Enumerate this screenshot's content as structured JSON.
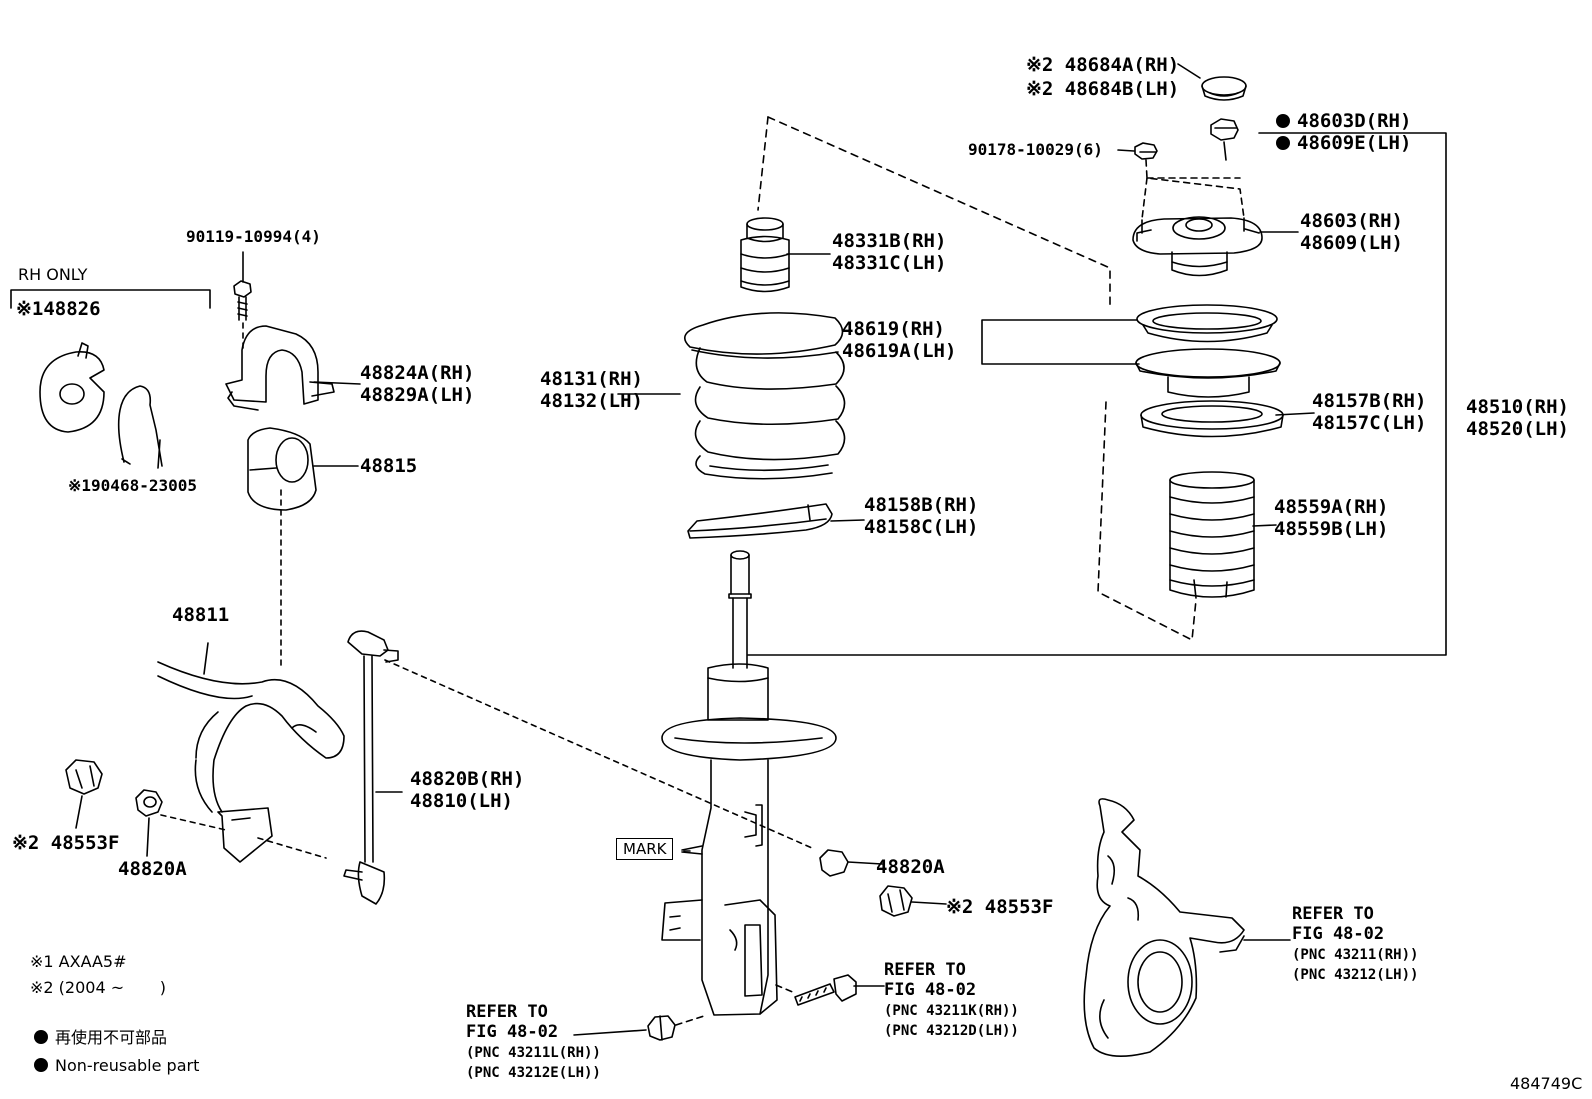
{
  "labels": {
    "p48684A": "※2 48684A(RH)",
    "p48684B": "※2 48684B(LH)",
    "p48603D": "48603D(RH)",
    "p48609E": "48609E(LH)",
    "bolt90178": "90178-10029(6)",
    "p48603": "48603(RH)",
    "p48609": "48609(LH)",
    "p48331B": "48331B(RH)",
    "p48331C": "48331C(LH)",
    "p48619": "48619(RH)",
    "p48619A": "48619A(LH)",
    "p48131": "48131(RH)",
    "p48132": "48132(LH)",
    "p48157B": "48157B(RH)",
    "p48157C": "48157C(LH)",
    "p48510": "48510(RH)",
    "p48520": "48520(LH)",
    "p48158B": "48158B(RH)",
    "p48158C": "48158C(LH)",
    "p48559A": "48559A(RH)",
    "p48559B": "48559B(LH)",
    "bolt90119": "90119-10994(4)",
    "rhOnly": "RH ONLY",
    "p48826": "※148826",
    "p48824A": "48824A(RH)",
    "p48829A": "48829A(LH)",
    "clip90468": "※190468-23005",
    "p48815": "48815",
    "p48811": "48811",
    "p48820B": "48820B(RH)",
    "p48810": "48810(LH)",
    "p48553F_left": "※2 48553F",
    "p48820A_left": "48820A",
    "p48820A_right": "48820A",
    "p48553F_right": "※2 48553F",
    "mark": "MARK",
    "refer_bolt_1": "REFER TO",
    "refer_bolt_2": "FIG 48-02",
    "refer_bolt_3": "(PNC 43211K(RH))",
    "refer_bolt_4": "(PNC 43212D(LH))",
    "refer_nut_1": "REFER TO",
    "refer_nut_2": "FIG 48-02",
    "refer_nut_3": "(PNC 43211L(RH))",
    "refer_nut_4": "(PNC 43212E(LH))",
    "refer_knuckle_1": "REFER TO",
    "refer_knuckle_2": "FIG 48-02",
    "refer_knuckle_3": "(PNC 43211(RH))",
    "refer_knuckle_4": "(PNC 43212(LH))"
  },
  "notes": {
    "note1": "※1 AXAA5#",
    "note2": "※2 (2004 ~       )",
    "legend_jp": "再使用不可部品",
    "legend_en": "Non-reusable part"
  },
  "figure_number": "484749C",
  "icons": [
    "non-reusable-dot-icon"
  ],
  "colors": {
    "line": "#000000",
    "background": "#ffffff"
  }
}
